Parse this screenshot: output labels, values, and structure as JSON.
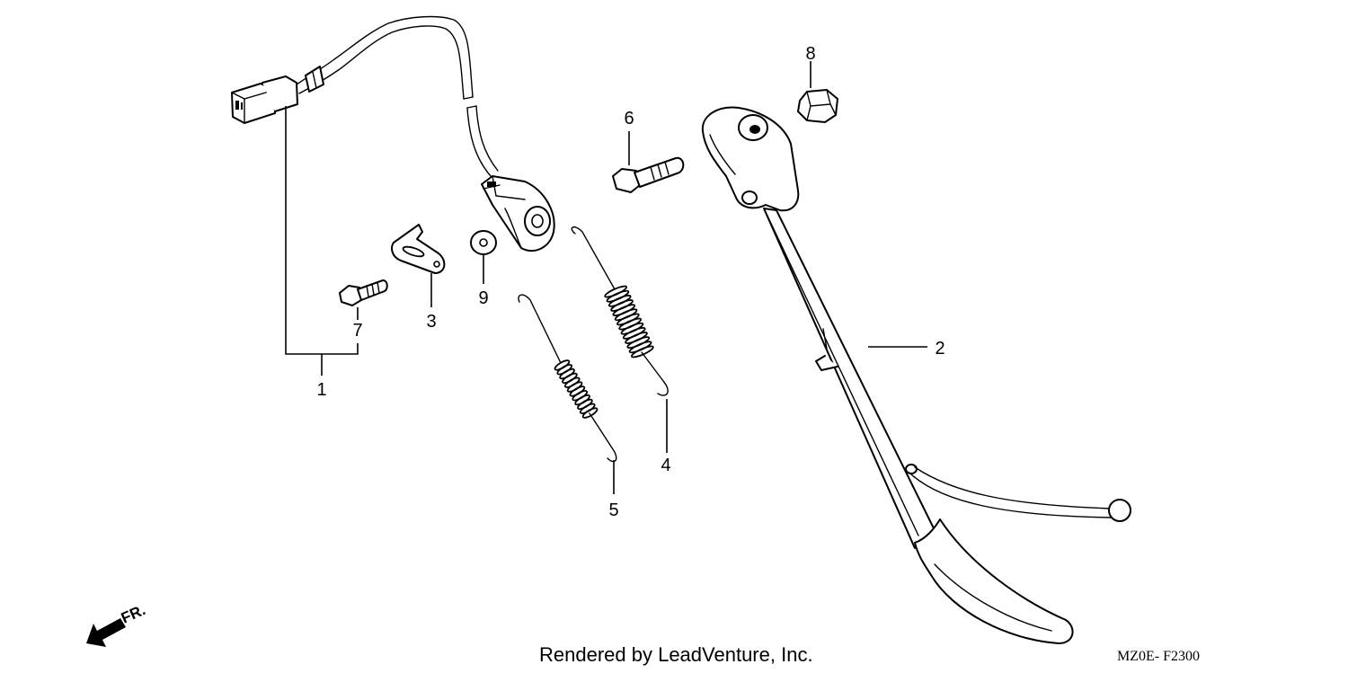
{
  "callouts": {
    "c1": "1",
    "c2": "2",
    "c3": "3",
    "c4": "4",
    "c5": "5",
    "c6": "6",
    "c7": "7",
    "c8": "8",
    "c9": "9"
  },
  "front_indicator": "FR.",
  "footer": {
    "credit": "Rendered by LeadVenture, Inc.",
    "diagram_code": "MZ0E- F2300"
  }
}
